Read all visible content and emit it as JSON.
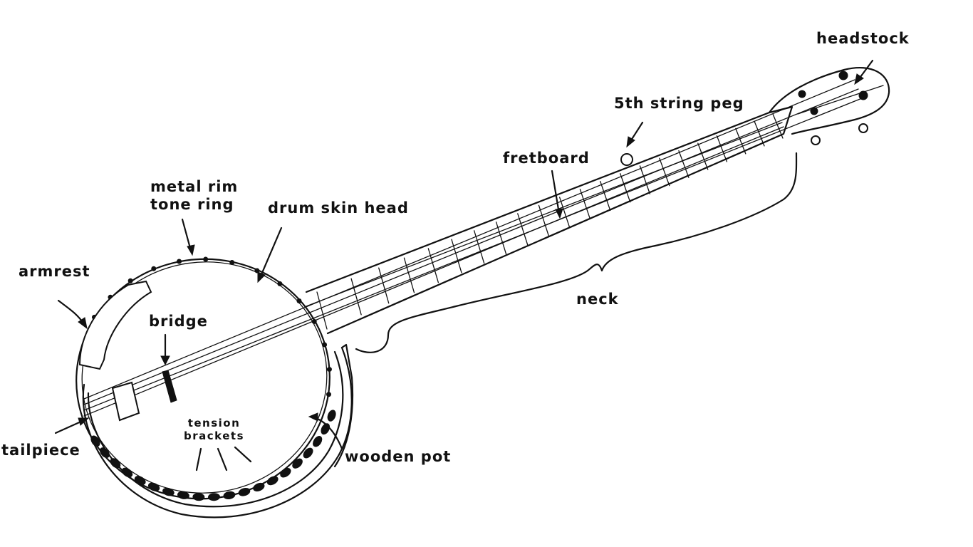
{
  "labels": {
    "headstock": "headstock",
    "fifth_string_peg": "5th string peg",
    "fretboard": "fretboard",
    "metal_rim_line1": "metal rim",
    "metal_rim_line2": "tone ring",
    "drum_skin_head": "drum skin head",
    "armrest": "armrest",
    "bridge": "bridge",
    "neck": "neck",
    "tension_brackets_line1": "tension",
    "tension_brackets_line2": "brackets",
    "tailpiece": "tailpiece",
    "wooden_pot": "wooden pot"
  },
  "colors": {
    "ink": "#111111",
    "background": "#ffffff"
  }
}
